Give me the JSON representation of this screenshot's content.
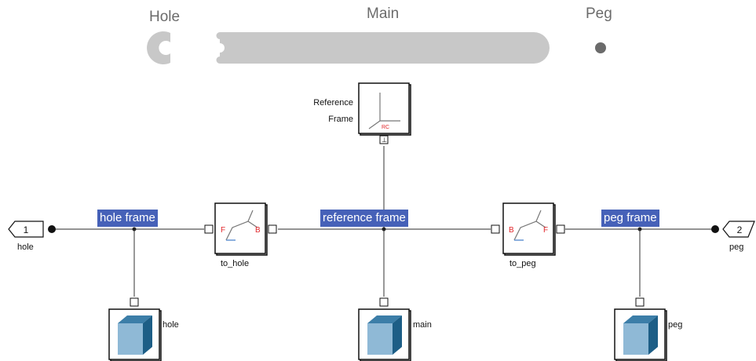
{
  "header": {
    "hole_label": "Hole",
    "main_label": "Main",
    "peg_label": "Peg"
  },
  "reference_block": {
    "label_line1": "Reference",
    "label_line2": "Frame"
  },
  "ports": {
    "in": {
      "number": "1",
      "name": "hole"
    },
    "out": {
      "number": "2",
      "name": "peg"
    }
  },
  "signals": {
    "hole_frame": "hole frame",
    "reference_frame": "reference frame",
    "peg_frame": "peg frame"
  },
  "transforms": {
    "to_hole": {
      "name": "to_hole",
      "left_port": "F",
      "right_port": "B"
    },
    "to_peg": {
      "name": "to_peg",
      "left_port": "B",
      "right_port": "F"
    }
  },
  "solids": {
    "hole": "hole",
    "main": "main",
    "peg": "peg"
  },
  "colors": {
    "signal_highlight": "#4661b8",
    "port_red": "#e0262a",
    "solid_face": "#8fb9d6",
    "solid_side": "#1d5e86"
  },
  "icons": {
    "frame_glyph": "RC"
  }
}
